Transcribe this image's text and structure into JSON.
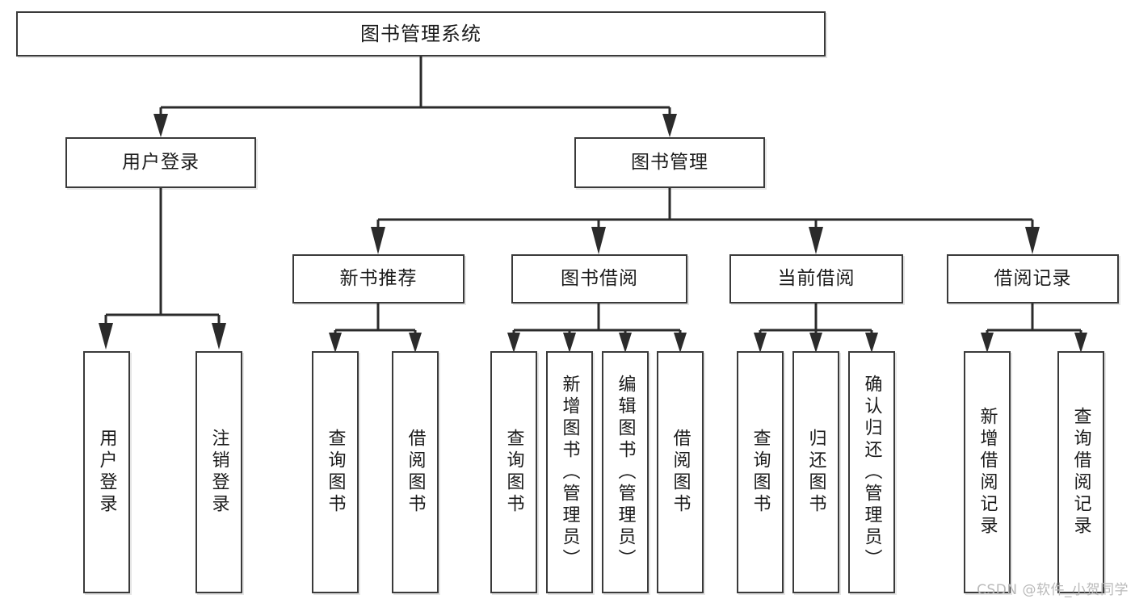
{
  "diagram": {
    "type": "tree-hierarchy",
    "title": "图书管理系统",
    "root": {
      "label": "图书管理系统"
    },
    "level2": [
      {
        "label": "用户登录"
      },
      {
        "label": "图书管理"
      }
    ],
    "level3": [
      {
        "label": "新书推荐"
      },
      {
        "label": "图书借阅"
      },
      {
        "label": "当前借阅"
      },
      {
        "label": "借阅记录"
      }
    ],
    "leaves": {
      "user_login": [
        {
          "label": "用户登录"
        },
        {
          "label": "注销登录"
        }
      ],
      "new_book_recommend": [
        {
          "label": "查询图书"
        },
        {
          "label": "借阅图书"
        }
      ],
      "book_borrow": [
        {
          "label": "查询图书"
        },
        {
          "label": "新增图书（管理员）"
        },
        {
          "label": "编辑图书（管理员）"
        },
        {
          "label": "借阅图书"
        }
      ],
      "current_borrow": [
        {
          "label": "查询图书"
        },
        {
          "label": "归还图书"
        },
        {
          "label": "确认归还（管理员）"
        }
      ],
      "borrow_record": [
        {
          "label": "新增借阅记录"
        },
        {
          "label": "查询借阅记录"
        }
      ]
    },
    "watermark": "CSDN @软件_小贺同学",
    "colors": {
      "border": "#3a3a3a",
      "background": "#ffffff",
      "text": "#1b1b1b",
      "connector": "#2b2b2b",
      "watermark": "#b9b9b9"
    }
  }
}
